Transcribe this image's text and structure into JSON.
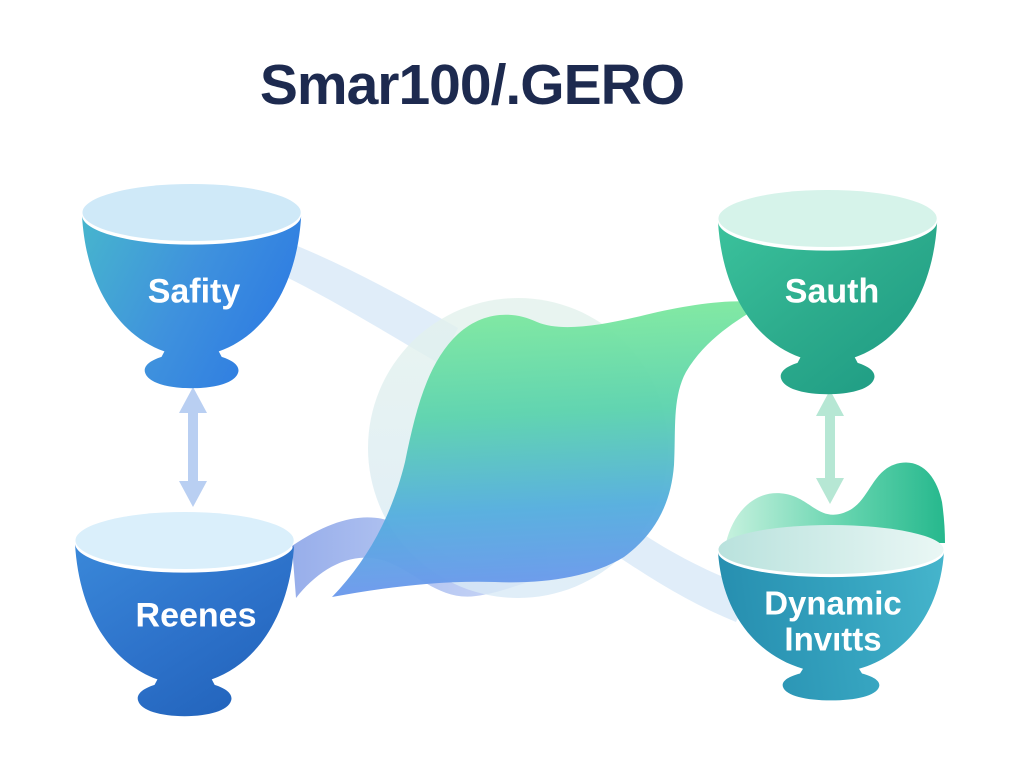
{
  "title": "Smar100/.GERO",
  "bowls": {
    "top_left": {
      "label": "Safity"
    },
    "top_right": {
      "label": "Sauth"
    },
    "bottom_left": {
      "label": "Reenes"
    },
    "bottom_right": {
      "label_line1": "Dynamic",
      "label_line2": "Invıtts"
    }
  },
  "colors": {
    "background": "#ffffff",
    "title_text": "#1d2a4f",
    "label_text": "#ffffff",
    "bowl_top_left_start": "#47b6cd",
    "bowl_top_left_end": "#2f7de2",
    "bowl_top_right_start": "#3bc29c",
    "bowl_top_right_end": "#1f9c84",
    "bowl_bottom_left_start": "#3a88d9",
    "bowl_bottom_left_end": "#2263bb",
    "bowl_bottom_right_start": "#278fb0",
    "bowl_bottom_right_end": "#46b5cc",
    "blob_top": "#80ea9e",
    "blob_bottom": "#6e95ee",
    "halo_top": "#e3f2ec",
    "halo_bottom": "#d8e9f6",
    "arrow_blue": "#b9cff2",
    "arrow_mint": "#b6e7d4",
    "connector_blue": "#dbeaf8",
    "ribbon_periwinkle": "#8ca5e8",
    "ribbon_light": "#ccd9f8",
    "wave_green": "#26b88d",
    "wave_mint": "#c6f1de"
  }
}
